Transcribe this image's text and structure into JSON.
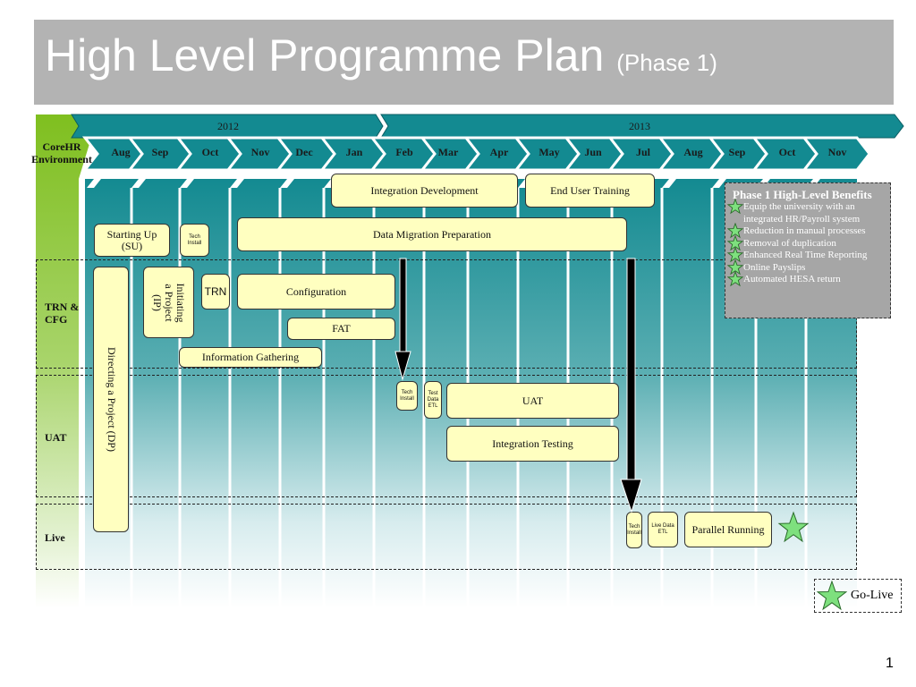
{
  "title": {
    "main": "High Level Programme Plan",
    "sub": "(Phase 1)"
  },
  "years": [
    "2012",
    "2013"
  ],
  "months": [
    "Aug",
    "Sep",
    "Oct",
    "Nov",
    "Dec",
    "Jan",
    "Feb",
    "Mar",
    "Apr",
    "May",
    "Jun",
    "Jul",
    "Aug",
    "Sep",
    "Oct",
    "Nov"
  ],
  "environments": {
    "header": "CoreHR Environment",
    "trn_cfg": "TRN & CFG",
    "uat": "UAT",
    "live": "Live"
  },
  "tasks": {
    "starting_up": "Starting Up (SU)",
    "tech_install_1": "Tech Install",
    "directing": "Directing a Project (DP)",
    "initiating": "Initiating a Project (IP)",
    "trn": "TRN",
    "configuration": "Configuration",
    "fat": "FAT",
    "info_gathering": "Information Gathering",
    "integration_dev": "Integration Development",
    "end_user_training": "End User Training",
    "data_migration": "Data Migration Preparation",
    "tech_install_2": "Tech Install",
    "test_data_etl": "Test Data ETL",
    "uat": "UAT",
    "integration_testing": "Integration Testing",
    "tech_install_3": "Tech Install",
    "live_data_etl": "Live Data ETL",
    "parallel_running": "Parallel Running"
  },
  "benefits": {
    "title": "Phase 1 High-Level Benefits",
    "items": [
      "Equip the university with an integrated HR/Payroll system",
      "Reduction in manual processes",
      "Removal of duplication",
      "Enhanced Real Time Reporting",
      "Online Payslips",
      "Automated HESA return"
    ]
  },
  "legend": {
    "go_live": "Go-Live"
  },
  "page_number": "1",
  "colors": {
    "teal": "#138a91",
    "yellow": "#ffffc0",
    "green": "#8cc63f",
    "grey": "#b3b3b3",
    "star": "#7ee07e"
  }
}
